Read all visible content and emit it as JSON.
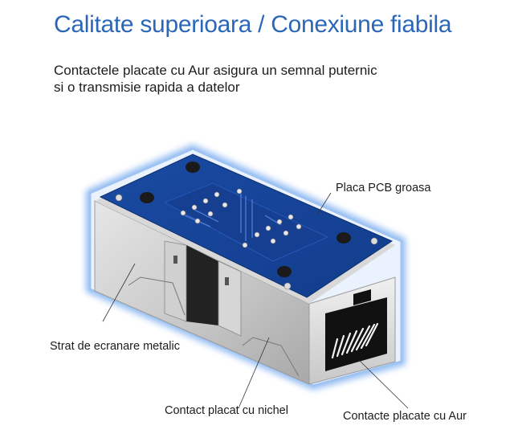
{
  "header": {
    "title": "Calitate superioara / Conexiune fiabila",
    "subtitle_line1": "Contactele placate cu Aur asigura un semnal puternic",
    "subtitle_line2": "si o transmisie rapida a datelor"
  },
  "diagram": {
    "subject": "RJ45 female-to-female coupler",
    "callouts": [
      {
        "id": "pcb",
        "label": "Placa PCB groasa"
      },
      {
        "id": "shield",
        "label": "Strat de ecranare metalic"
      },
      {
        "id": "nickel",
        "label": "Contact placat cu nichel"
      },
      {
        "id": "gold",
        "label": "Contacte placate cu Aur"
      }
    ]
  },
  "colors": {
    "title": "#2b67b8",
    "pcb_blue": "#1d4fa8",
    "glow": "#8fb8ef",
    "metal": "#c9c9c9",
    "text": "#1c1c1c"
  }
}
